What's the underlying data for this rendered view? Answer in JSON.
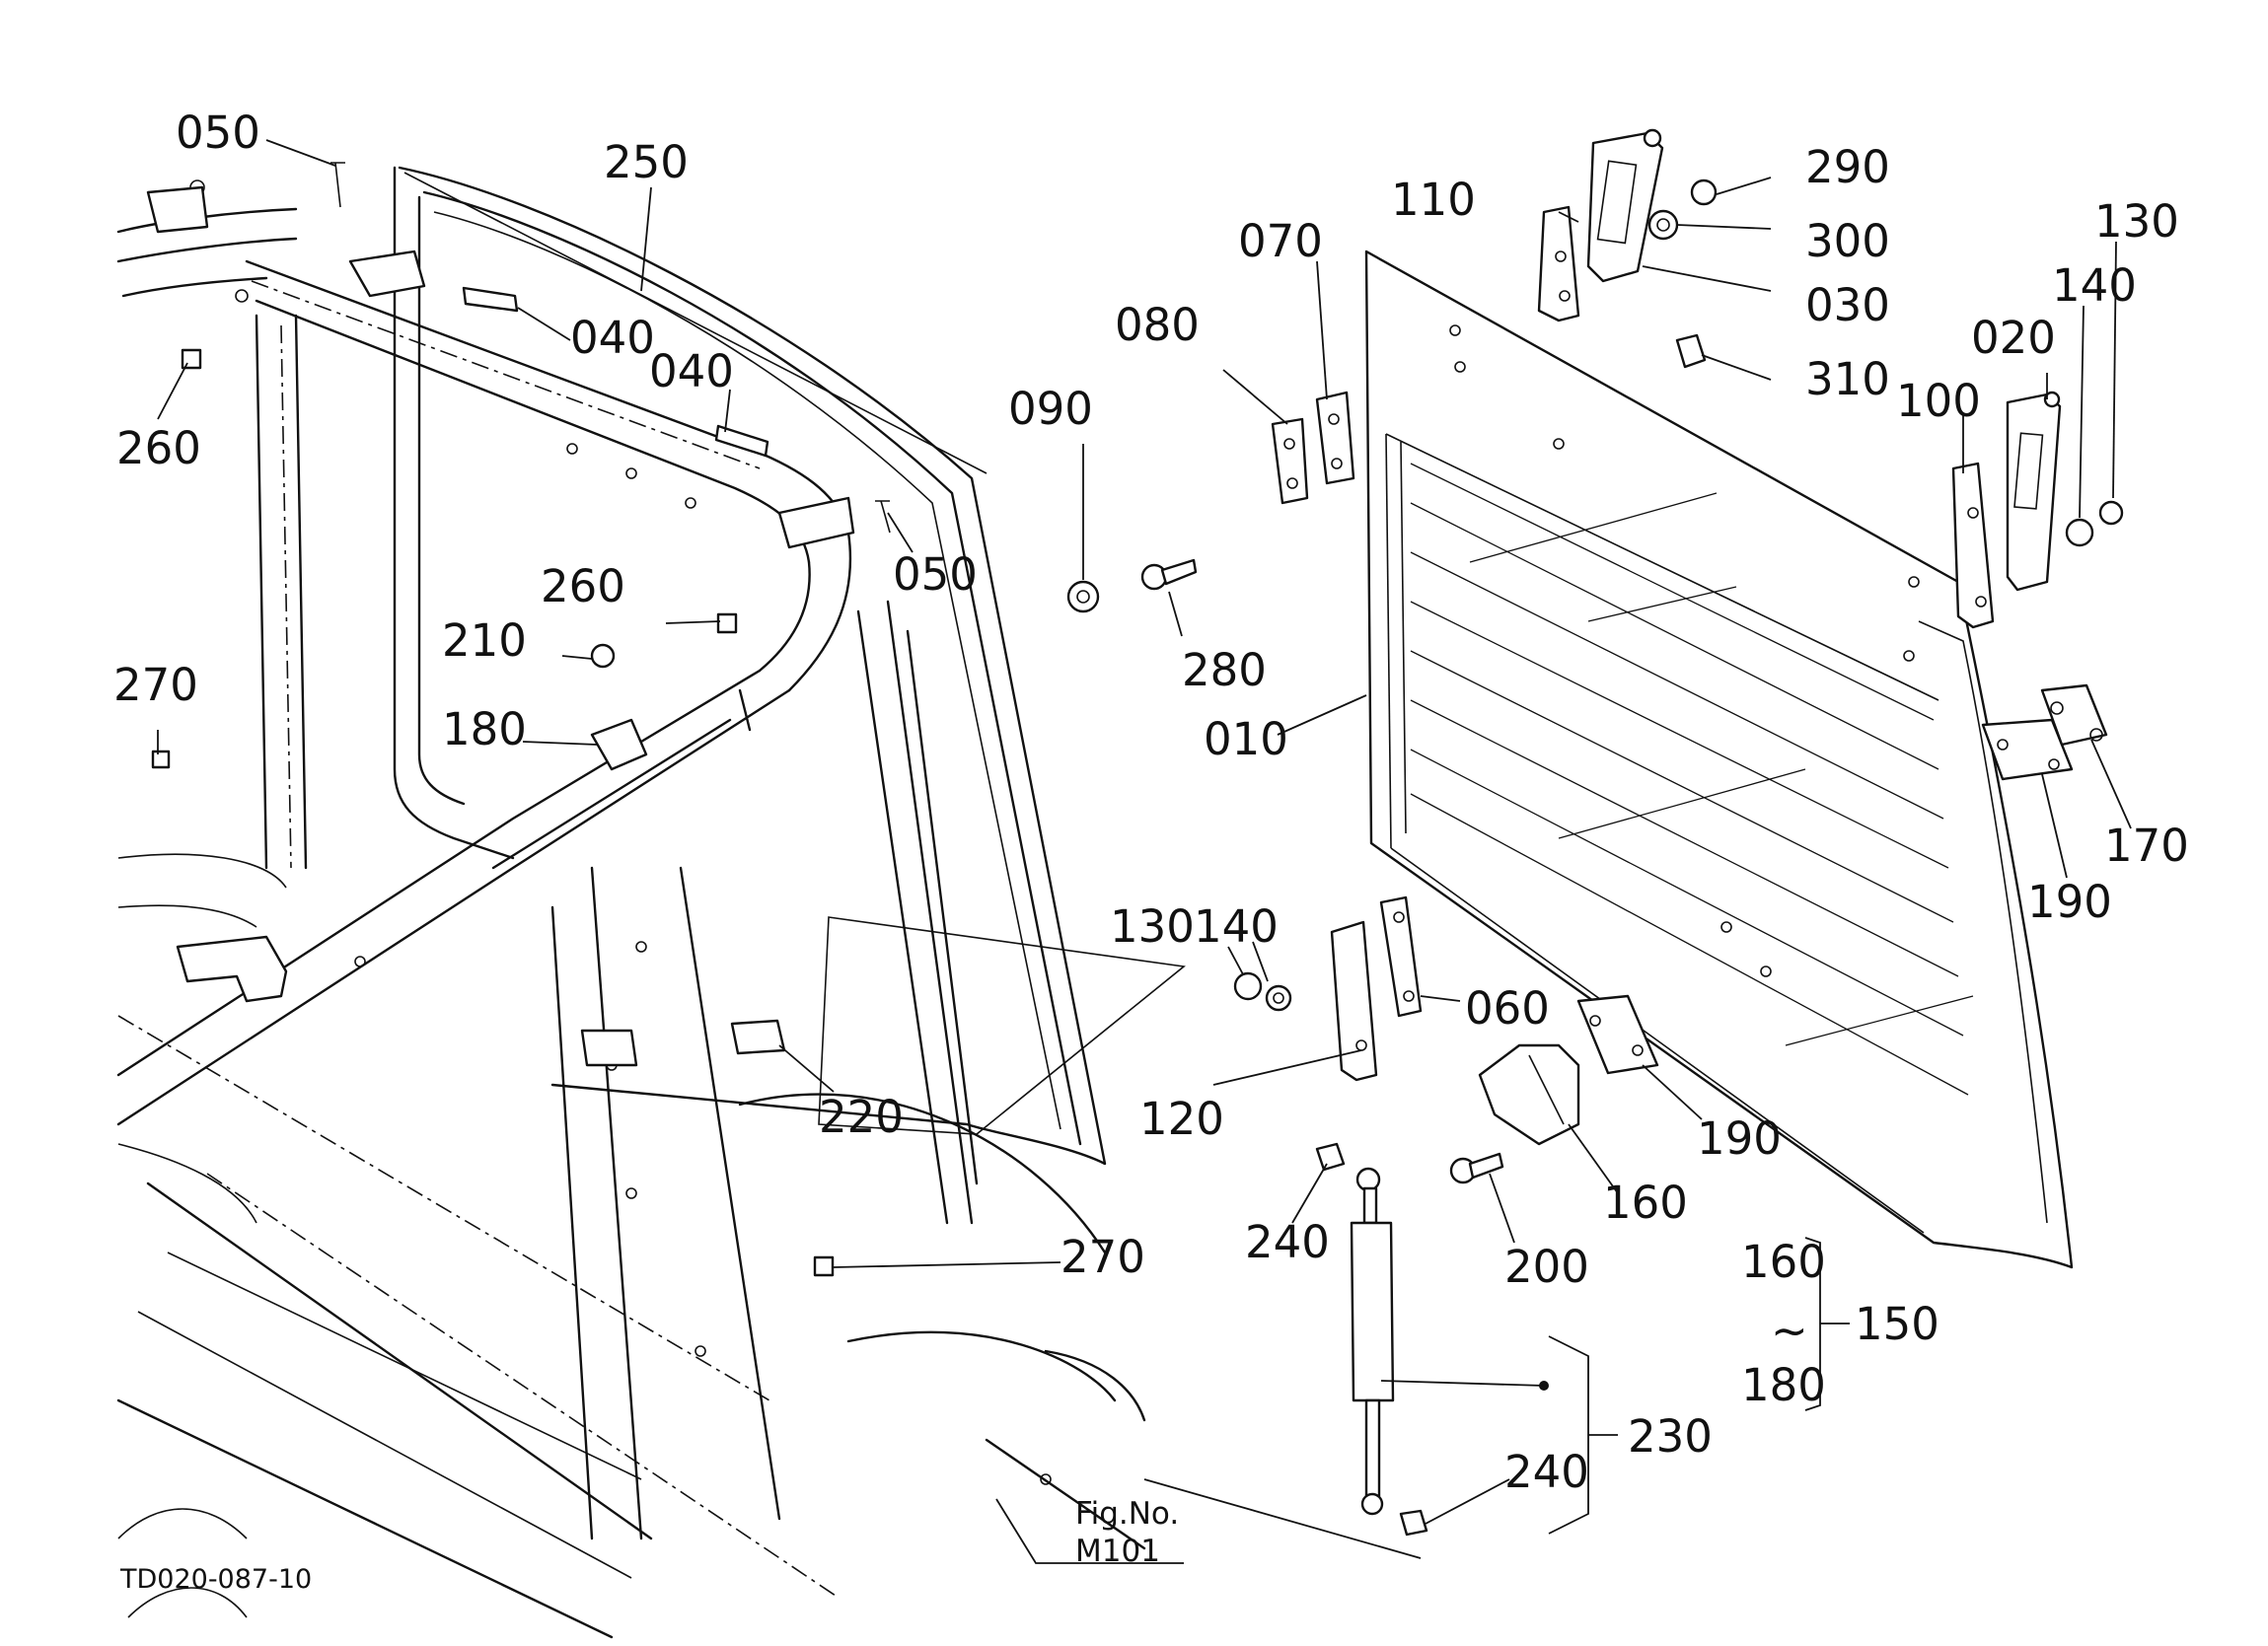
{
  "callouts": [
    {
      "id": "010",
      "text": "010"
    },
    {
      "id": "020",
      "text": "020"
    },
    {
      "id": "030",
      "text": "030"
    },
    {
      "id": "040a",
      "text": "040"
    },
    {
      "id": "040b",
      "text": "040"
    },
    {
      "id": "050a",
      "text": "050"
    },
    {
      "id": "050b",
      "text": "050"
    },
    {
      "id": "060",
      "text": "060"
    },
    {
      "id": "070",
      "text": "070"
    },
    {
      "id": "080",
      "text": "080"
    },
    {
      "id": "090",
      "text": "090"
    },
    {
      "id": "100",
      "text": "100"
    },
    {
      "id": "110",
      "text": "110"
    },
    {
      "id": "120",
      "text": "120"
    },
    {
      "id": "130a",
      "text": "130"
    },
    {
      "id": "130b",
      "text": "130"
    },
    {
      "id": "140a",
      "text": "140"
    },
    {
      "id": "140b",
      "text": "140"
    },
    {
      "id": "150",
      "text": "150"
    },
    {
      "id": "160a",
      "text": "160"
    },
    {
      "id": "160b",
      "text": "160"
    },
    {
      "id": "170",
      "text": "170"
    },
    {
      "id": "180a",
      "text": "180"
    },
    {
      "id": "180b",
      "text": "180"
    },
    {
      "id": "190a",
      "text": "190"
    },
    {
      "id": "190b",
      "text": "190"
    },
    {
      "id": "200",
      "text": "200"
    },
    {
      "id": "210",
      "text": "210"
    },
    {
      "id": "220",
      "text": "220"
    },
    {
      "id": "230",
      "text": "230"
    },
    {
      "id": "240a",
      "text": "240"
    },
    {
      "id": "240b",
      "text": "240"
    },
    {
      "id": "250",
      "text": "250"
    },
    {
      "id": "260a",
      "text": "260"
    },
    {
      "id": "260b",
      "text": "260"
    },
    {
      "id": "270a",
      "text": "270"
    },
    {
      "id": "270b",
      "text": "270"
    },
    {
      "id": "280",
      "text": "280"
    },
    {
      "id": "290",
      "text": "290"
    },
    {
      "id": "300",
      "text": "300"
    },
    {
      "id": "310",
      "text": "310"
    }
  ],
  "range_tilde": "~",
  "figure_ref": {
    "line1": "Fig.No.",
    "line2": "M101"
  },
  "drawing_code": "TD020-087-10"
}
